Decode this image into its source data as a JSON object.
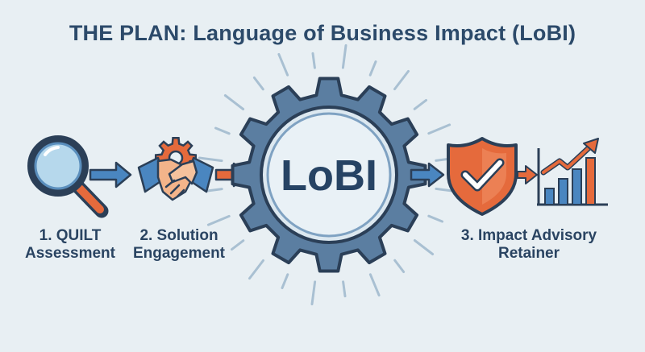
{
  "title": "THE PLAN: Language of Business Impact (LoBI)",
  "center": {
    "label": "LoBI"
  },
  "steps": [
    {
      "line1": "1. QUILT",
      "line2": "Assessment",
      "icon": "magnifying-glass-icon"
    },
    {
      "line1": "2. Solution",
      "line2": "Engagement",
      "icon": "handshake-gear-icon"
    },
    {
      "line1": "3. Impact Advisory",
      "line2": "Retainer",
      "icon": "shield-check-chart-icon"
    }
  ],
  "colors": {
    "background": "#e8eff3",
    "navy": "#2c4a6a",
    "gear": "#5b7ea1",
    "orange": "#e56a3c",
    "blue": "#4a86c0"
  }
}
